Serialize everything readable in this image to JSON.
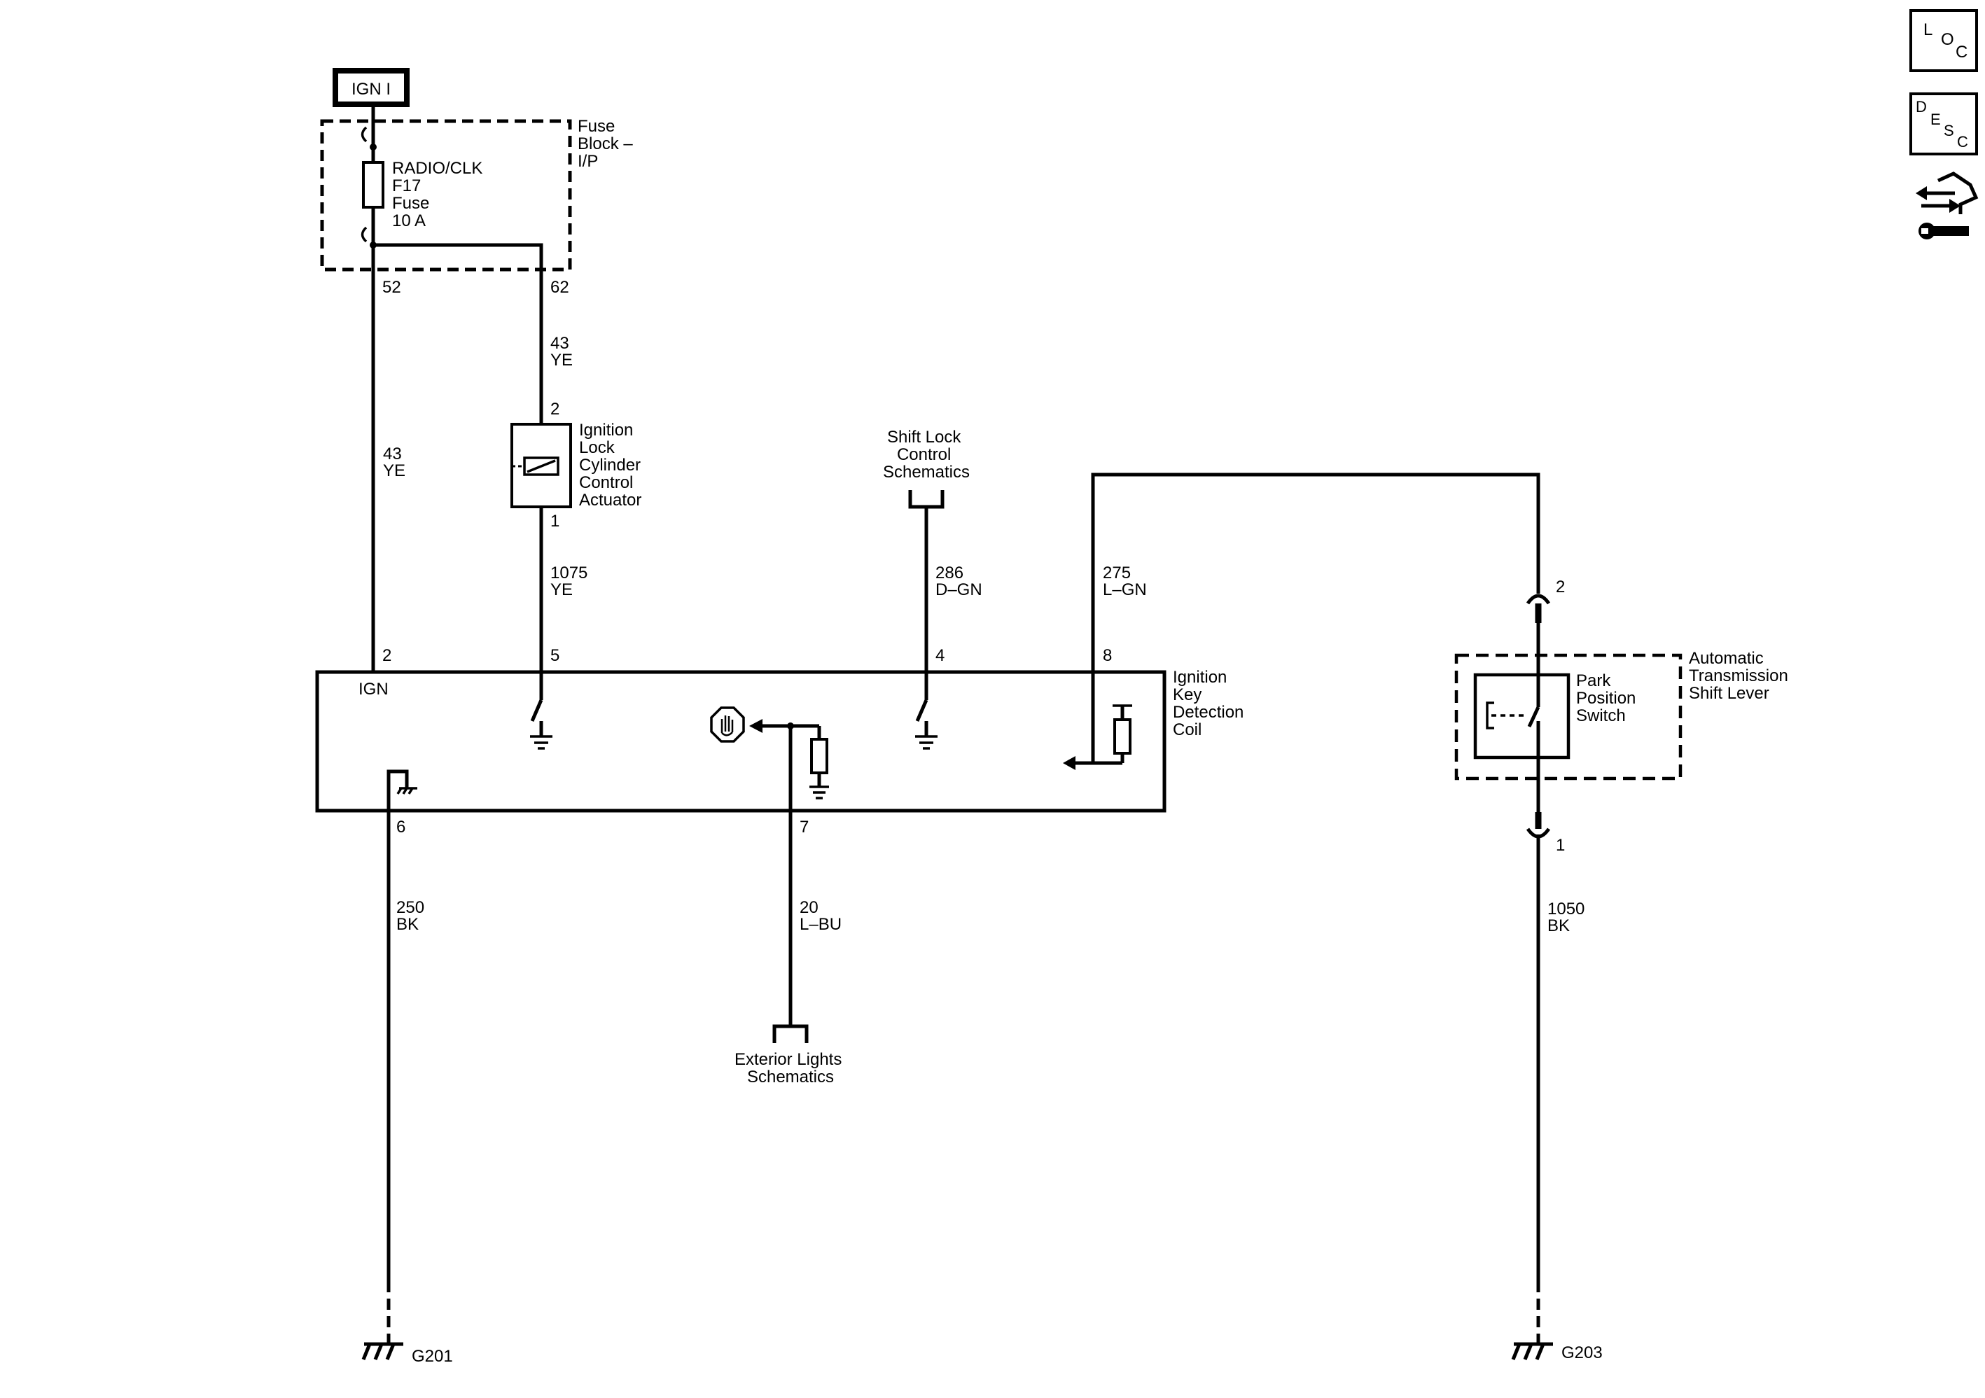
{
  "power": {
    "source_label": "IGN I"
  },
  "fuse_block": {
    "label_lines": [
      "Fuse",
      "Block –",
      "I/P"
    ],
    "fuse_lines": [
      "RADIO/CLK",
      "F17",
      "Fuse",
      "10 A"
    ],
    "pin_left": "52",
    "pin_right": "62"
  },
  "wires": {
    "w43_left": {
      "circuit": "43",
      "color": "YE"
    },
    "w43_top": {
      "circuit": "43",
      "color": "YE"
    },
    "w1075": {
      "circuit": "1075",
      "color": "YE"
    },
    "w286": {
      "circuit": "286",
      "color": "D–GN"
    },
    "w275": {
      "circuit": "275",
      "color": "L–GN"
    },
    "w250": {
      "circuit": "250",
      "color": "BK"
    },
    "w20": {
      "circuit": "20",
      "color": "L–BU"
    },
    "w1050": {
      "circuit": "1050",
      "color": "BK"
    }
  },
  "actuator": {
    "label_lines": [
      "Ignition",
      "Lock",
      "Cylinder",
      "Control",
      "Actuator"
    ],
    "pin_top": "2",
    "pin_bottom": "1"
  },
  "shift_lock_ref": {
    "label_lines": [
      "Shift Lock",
      "Control",
      "Schematics"
    ]
  },
  "exterior_lights_ref": {
    "label_lines": [
      "Exterior Lights",
      "Schematics"
    ]
  },
  "module": {
    "label_lines": [
      "Ignition",
      "Key",
      "Detection",
      "Coil"
    ],
    "ign_label": "IGN",
    "pins_top": [
      "2",
      "5",
      "4",
      "8"
    ],
    "pins_bottom": [
      "6",
      "7"
    ]
  },
  "park_switch": {
    "enclosure_lines": [
      "Automatic",
      "Transmission",
      "Shift Lever"
    ],
    "switch_lines": [
      "Park",
      "Position",
      "Switch"
    ],
    "pin_top": "2",
    "pin_bottom": "1"
  },
  "grounds": {
    "left": "G201",
    "right": "G203"
  },
  "side_icons": {
    "loc": [
      "L",
      "O",
      "C"
    ],
    "desc": [
      "D",
      "E",
      "S",
      "C"
    ],
    "connector_icon": "connector-views-icon",
    "wrench_icon": "wrench-icon"
  }
}
